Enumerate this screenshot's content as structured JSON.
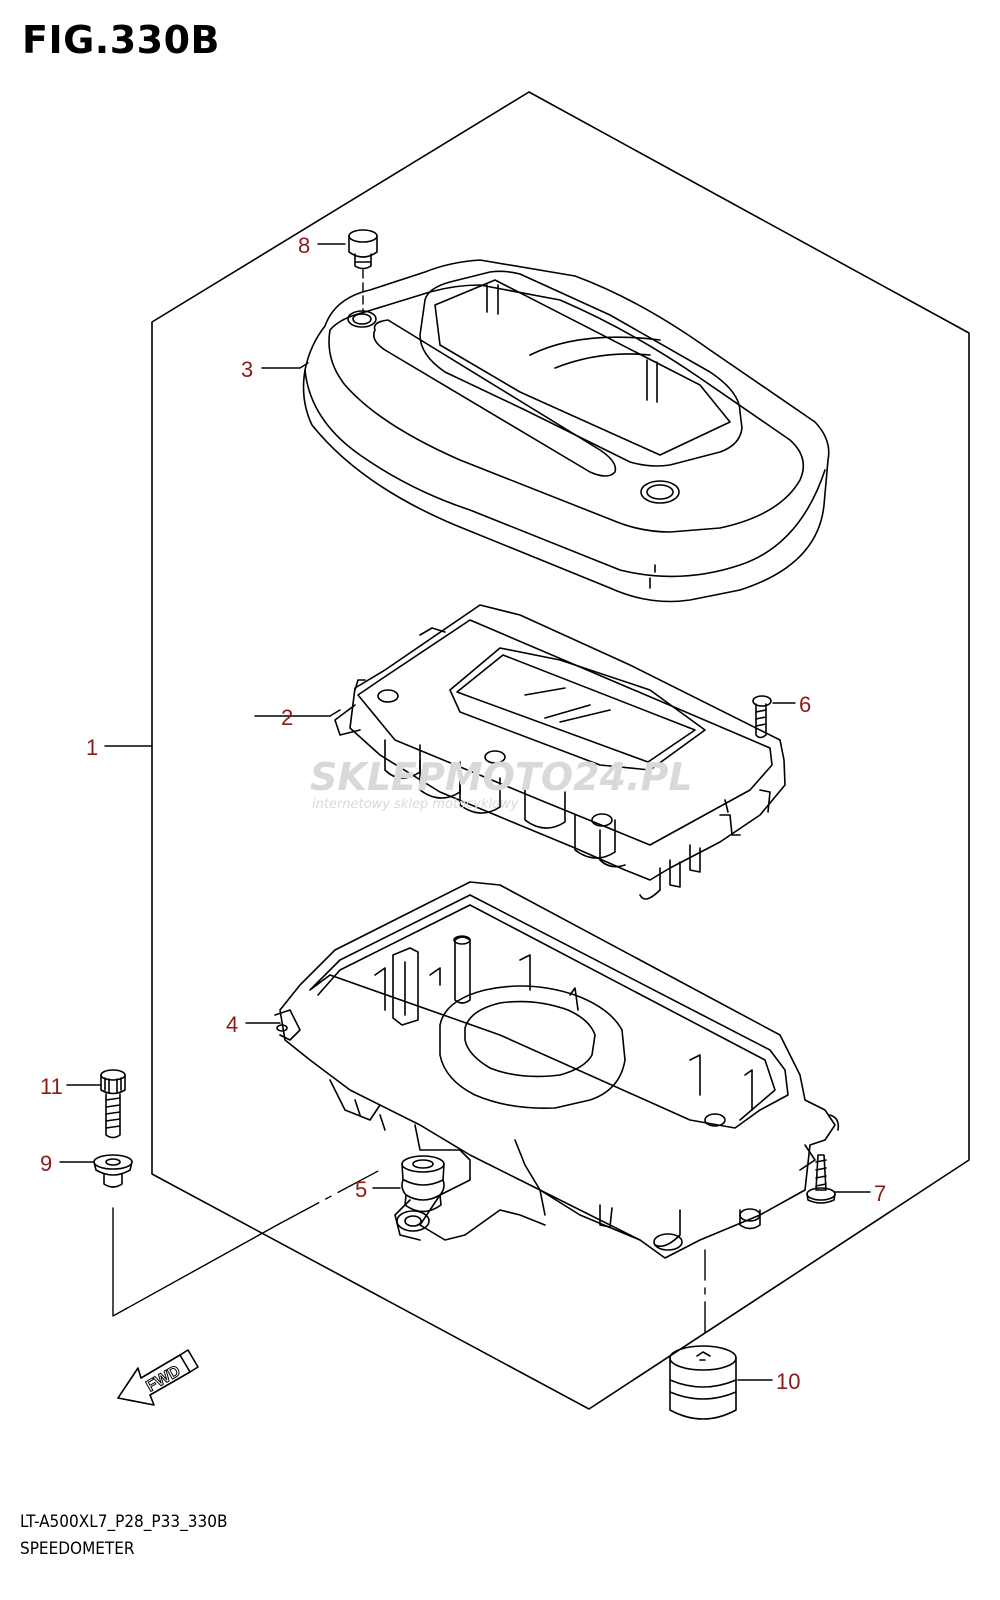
{
  "figure": {
    "title": "FIG.330B",
    "code": "LT-A500XL7_P28_P33_330B",
    "caption": "SPEEDOMETER"
  },
  "watermark": {
    "brand": "SKLEPMOTO24.PL",
    "tagline": "internetowy sklep motocyklowy"
  },
  "parts": [
    {
      "id": "1",
      "label": "1"
    },
    {
      "id": "2",
      "label": "2"
    },
    {
      "id": "3",
      "label": "3"
    },
    {
      "id": "4",
      "label": "4"
    },
    {
      "id": "5",
      "label": "5"
    },
    {
      "id": "6",
      "label": "6"
    },
    {
      "id": "7",
      "label": "7"
    },
    {
      "id": "8",
      "label": "8"
    },
    {
      "id": "9",
      "label": "9"
    },
    {
      "id": "10",
      "label": "10"
    },
    {
      "id": "11",
      "label": "11"
    }
  ],
  "fwd_arrow": {
    "label": "FWD"
  },
  "colors": {
    "callout": "#8b1a1a",
    "line": "#000000",
    "watermark": "#d9d9d9"
  }
}
